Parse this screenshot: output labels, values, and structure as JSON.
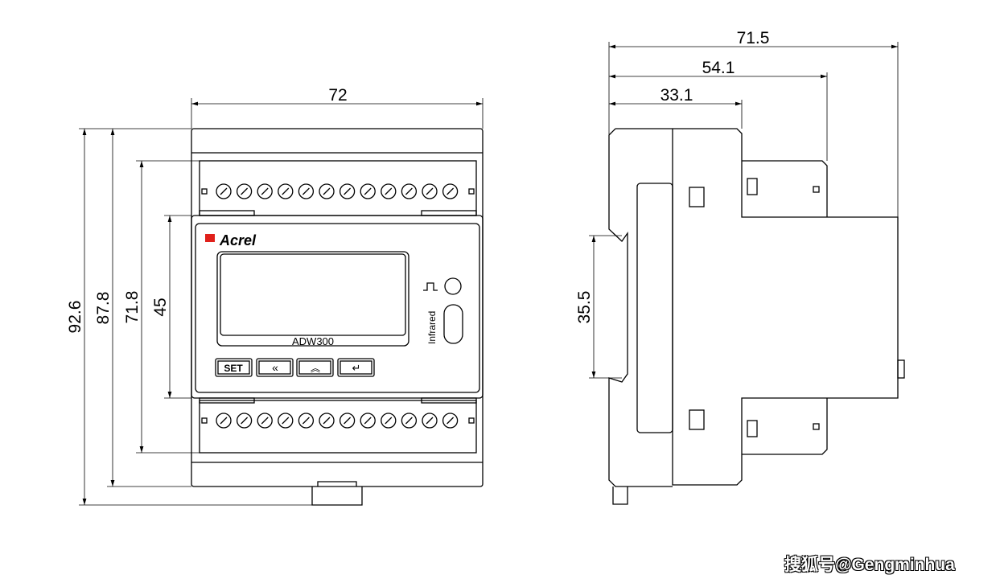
{
  "front_view": {
    "brand": "Acrel",
    "model": "ADW300",
    "infrared_label": "Infrared",
    "buttons": [
      "SET",
      "«",
      "︽",
      "↵"
    ],
    "terminals_per_row": 12,
    "dimensions": {
      "width": "72",
      "total_height": "92.6",
      "body_height": "87.8",
      "terminal_height": "71.8",
      "panel_height": "45"
    }
  },
  "side_view": {
    "dimensions": {
      "total_depth": "71.5",
      "depth_mid": "54.1",
      "depth_front": "33.1",
      "din_rail": "35.5"
    }
  },
  "watermark": "搜狐号@Gengminhua",
  "colors": {
    "line": "#000000",
    "logo": "#e0201b"
  }
}
